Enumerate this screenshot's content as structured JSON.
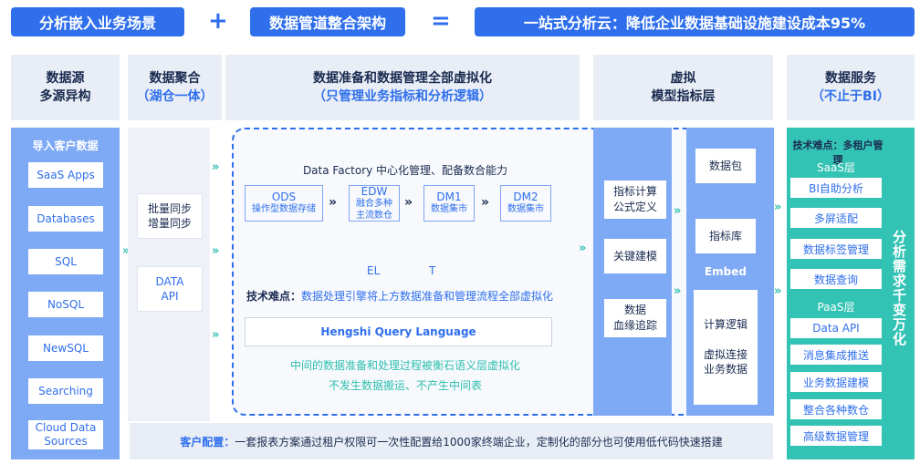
{
  "banner": {
    "left": "分析嵌入业务场景",
    "plus": "+",
    "middle": "数据管道整合架构",
    "equals": "=",
    "right": "一站式分析云：降低企业数据基础设施建设成本95%"
  },
  "headers": {
    "source": {
      "line1": "数据源",
      "line2": "多源异构"
    },
    "aggregation": {
      "line1": "数据聚合",
      "line2": "（湖仓一体）"
    },
    "preparation": {
      "line1": "数据准备和数据管理全部虚拟化",
      "line2": "（只管理业务指标和分析逻辑）"
    },
    "virtual": {
      "line1": "虚拟",
      "line2": "模型指标层"
    },
    "service": {
      "line1": "数据服务",
      "line2": "（不止于BI）"
    }
  },
  "sources": {
    "title": "导入客户数据",
    "items": [
      "SaaS Apps",
      "Databases",
      "SQL",
      "NoSQL",
      "NewSQL",
      "Searching"
    ],
    "cloud": {
      "line1": "Cloud Data",
      "line2": "Sources"
    }
  },
  "aggregation": {
    "sync": {
      "line1": "批量同步",
      "line2": "增量同步"
    },
    "api": {
      "line1": "DATA",
      "line2": "API"
    }
  },
  "factory": {
    "title": "Data Factory 中心化管理、配备数合能力",
    "stages": [
      {
        "title": "ODS",
        "sub": "操作型数据存储"
      },
      {
        "title": "EDW",
        "sub": "融合多种",
        "sub2": "主流数仓"
      },
      {
        "title": "DM1",
        "sub": "数据集市"
      },
      {
        "title": "DM2",
        "sub": "数据集市"
      }
    ],
    "el": "EL",
    "t": "T",
    "tech_prefix": "技术难点：",
    "tech_text": "数据处理引擎将上方数据准备和管理流程全部虚拟化",
    "hql": "Hengshi Query Language",
    "note1": "中间的数据准备和处理过程被衡石语义层虚拟化",
    "note2": "不发生数据搬运、不产生中间表"
  },
  "virtual": {
    "left": [
      {
        "line1": "指标计算",
        "line2": "公式定义"
      },
      {
        "line1": "关键建模",
        "line2": ""
      },
      {
        "line1": "数据",
        "line2": "血缘追踪"
      }
    ],
    "right": {
      "package": "数据包",
      "library": "指标库",
      "embed": "Embed",
      "logic": "计算逻辑",
      "connect1": "虚拟连接",
      "connect2": "业务数据"
    }
  },
  "service": {
    "tech_title": "技术难点：多租户管理",
    "saas_label": "SaaS层",
    "saas_items": [
      "BI自助分析",
      "多屏适配",
      "数据标签管理",
      "数据查询"
    ],
    "paas_label": "PaaS层",
    "paas_items": [
      "Data API",
      "消息集成推送",
      "业务数据建模",
      "整合各种数仓",
      "高级数据管理"
    ],
    "side_text": "分析需求千变万化"
  },
  "footer": {
    "prefix": "客户配置：",
    "text": "一套报表方案通过租户权限可一次性配置给1000家终端企业，定制化的部分也可使用低代码快速搭建"
  },
  "colors": {
    "primary_blue": "#2f6fec",
    "teal": "#2fbfb0",
    "light_blue_col": "#7ea9f5",
    "header_bg": "#e9eef6"
  }
}
